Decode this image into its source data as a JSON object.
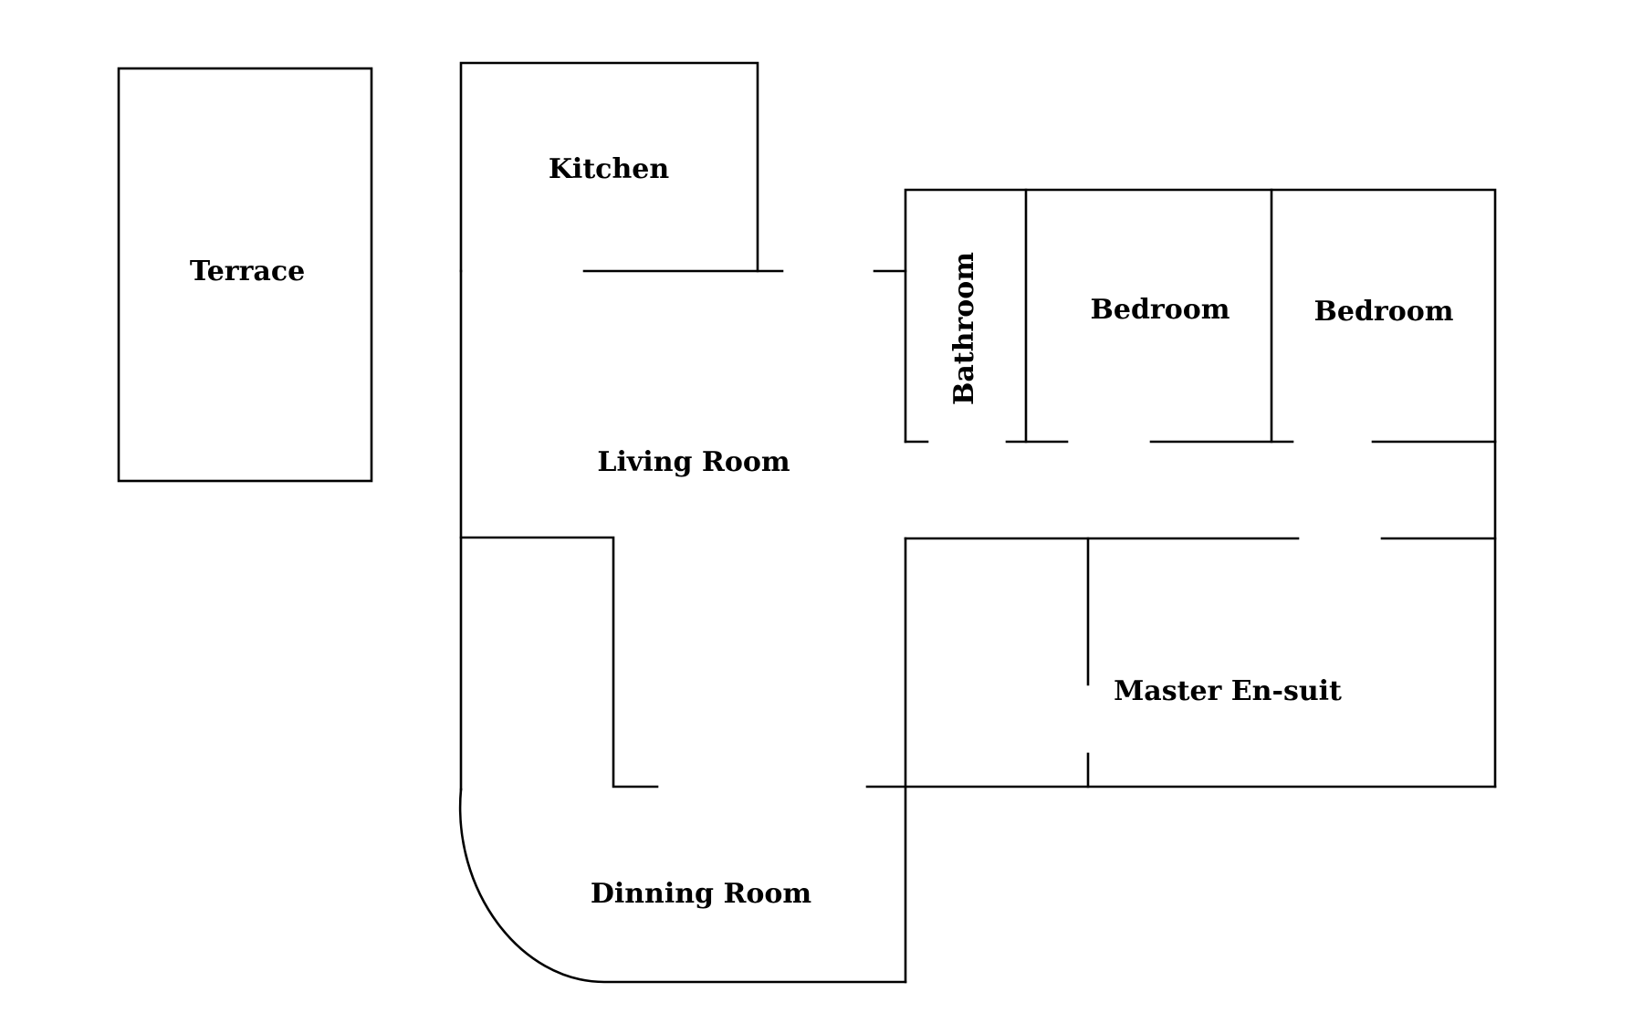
{
  "rooms": {
    "terrace": "Terrace",
    "kitchen": "Kitchen",
    "bathroom": "Bathroom",
    "bedroom_1": "Bedroom",
    "bedroom_2": "Bedroom",
    "living_room": "Living Room",
    "master_ensuite": "Master En-suit",
    "dining_room": "Dinning Room"
  },
  "colors": {
    "wall": "#000000",
    "background": "#ffffff"
  }
}
